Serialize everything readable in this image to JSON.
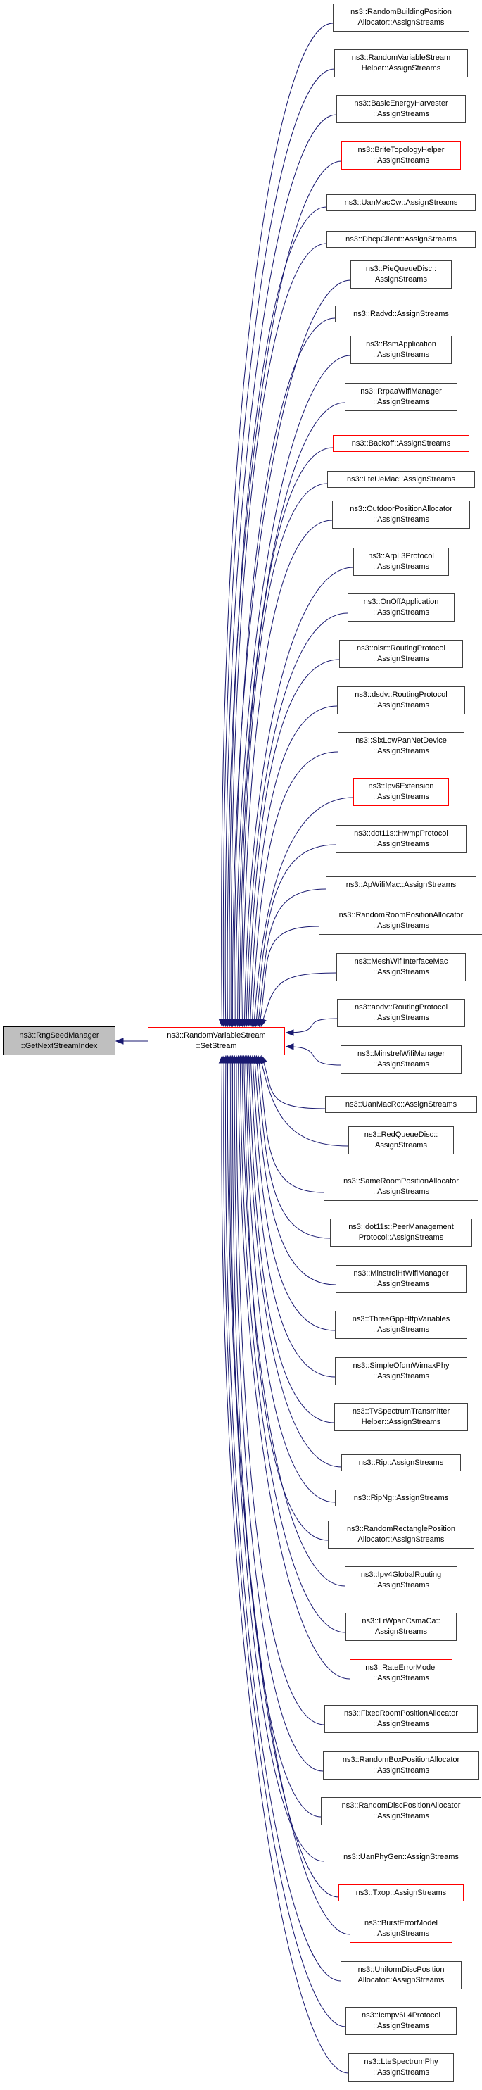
{
  "graph": {
    "type": "doxygen-caller-graph",
    "edge_color": "#191970",
    "target": {
      "lines": [
        "ns3::RngSeedManager",
        "::GetNextStreamIndex"
      ],
      "style": "grey"
    },
    "hub": {
      "lines": [
        "ns3::RandomVariableStream",
        "::SetStream"
      ],
      "style": "red"
    },
    "callers": [
      {
        "lines": [
          "ns3::RandomBuildingPosition",
          "Allocator::AssignStreams"
        ],
        "style": "black"
      },
      {
        "lines": [
          "ns3::RandomVariableStream",
          "Helper::AssignStreams"
        ],
        "style": "black"
      },
      {
        "lines": [
          "ns3::BasicEnergyHarvester",
          "::AssignStreams"
        ],
        "style": "black"
      },
      {
        "lines": [
          "ns3::BriteTopologyHelper",
          "::AssignStreams"
        ],
        "style": "red"
      },
      {
        "lines": [
          "ns3::UanMacCw::AssignStreams"
        ],
        "style": "black"
      },
      {
        "lines": [
          "ns3::DhcpClient::AssignStreams"
        ],
        "style": "black"
      },
      {
        "lines": [
          "ns3::PieQueueDisc::",
          "AssignStreams"
        ],
        "style": "black"
      },
      {
        "lines": [
          "ns3::Radvd::AssignStreams"
        ],
        "style": "black"
      },
      {
        "lines": [
          "ns3::BsmApplication",
          "::AssignStreams"
        ],
        "style": "black"
      },
      {
        "lines": [
          "ns3::RrpaaWifiManager",
          "::AssignStreams"
        ],
        "style": "black"
      },
      {
        "lines": [
          "ns3::Backoff::AssignStreams"
        ],
        "style": "red"
      },
      {
        "lines": [
          "ns3::LteUeMac::AssignStreams"
        ],
        "style": "black"
      },
      {
        "lines": [
          "ns3::OutdoorPositionAllocator",
          "::AssignStreams"
        ],
        "style": "black"
      },
      {
        "lines": [
          "ns3::ArpL3Protocol",
          "::AssignStreams"
        ],
        "style": "black"
      },
      {
        "lines": [
          "ns3::OnOffApplication",
          "::AssignStreams"
        ],
        "style": "black"
      },
      {
        "lines": [
          "ns3::olsr::RoutingProtocol",
          "::AssignStreams"
        ],
        "style": "black"
      },
      {
        "lines": [
          "ns3::dsdv::RoutingProtocol",
          "::AssignStreams"
        ],
        "style": "black"
      },
      {
        "lines": [
          "ns3::SixLowPanNetDevice",
          "::AssignStreams"
        ],
        "style": "black"
      },
      {
        "lines": [
          "ns3::Ipv6Extension",
          "::AssignStreams"
        ],
        "style": "red"
      },
      {
        "lines": [
          "ns3::dot11s::HwmpProtocol",
          "::AssignStreams"
        ],
        "style": "black"
      },
      {
        "lines": [
          "ns3::ApWifiMac::AssignStreams"
        ],
        "style": "black"
      },
      {
        "lines": [
          "ns3::RandomRoomPositionAllocator",
          "::AssignStreams"
        ],
        "style": "black"
      },
      {
        "lines": [
          "ns3::MeshWifiInterfaceMac",
          "::AssignStreams"
        ],
        "style": "black"
      },
      {
        "lines": [
          "ns3::aodv::RoutingProtocol",
          "::AssignStreams"
        ],
        "style": "black"
      },
      {
        "lines": [
          "ns3::MinstrelWifiManager",
          "::AssignStreams"
        ],
        "style": "black"
      },
      {
        "lines": [
          "ns3::UanMacRc::AssignStreams"
        ],
        "style": "black"
      },
      {
        "lines": [
          "ns3::RedQueueDisc::",
          "AssignStreams"
        ],
        "style": "black"
      },
      {
        "lines": [
          "ns3::SameRoomPositionAllocator",
          "::AssignStreams"
        ],
        "style": "black"
      },
      {
        "lines": [
          "ns3::dot11s::PeerManagement",
          "Protocol::AssignStreams"
        ],
        "style": "black"
      },
      {
        "lines": [
          "ns3::MinstrelHtWifiManager",
          "::AssignStreams"
        ],
        "style": "black"
      },
      {
        "lines": [
          "ns3::ThreeGppHttpVariables",
          "::AssignStreams"
        ],
        "style": "black"
      },
      {
        "lines": [
          "ns3::SimpleOfdmWimaxPhy",
          "::AssignStreams"
        ],
        "style": "black"
      },
      {
        "lines": [
          "ns3::TvSpectrumTransmitter",
          "Helper::AssignStreams"
        ],
        "style": "black"
      },
      {
        "lines": [
          "ns3::Rip::AssignStreams"
        ],
        "style": "black"
      },
      {
        "lines": [
          "ns3::RipNg::AssignStreams"
        ],
        "style": "black"
      },
      {
        "lines": [
          "ns3::RandomRectanglePosition",
          "Allocator::AssignStreams"
        ],
        "style": "black"
      },
      {
        "lines": [
          "ns3::Ipv4GlobalRouting",
          "::AssignStreams"
        ],
        "style": "black"
      },
      {
        "lines": [
          "ns3::LrWpanCsmaCa::",
          "AssignStreams"
        ],
        "style": "black"
      },
      {
        "lines": [
          "ns3::RateErrorModel",
          "::AssignStreams"
        ],
        "style": "red"
      },
      {
        "lines": [
          "ns3::FixedRoomPositionAllocator",
          "::AssignStreams"
        ],
        "style": "black"
      },
      {
        "lines": [
          "ns3::RandomBoxPositionAllocator",
          "::AssignStreams"
        ],
        "style": "black"
      },
      {
        "lines": [
          "ns3::RandomDiscPositionAllocator",
          "::AssignStreams"
        ],
        "style": "black"
      },
      {
        "lines": [
          "ns3::UanPhyGen::AssignStreams"
        ],
        "style": "black"
      },
      {
        "lines": [
          "ns3::Txop::AssignStreams"
        ],
        "style": "red"
      },
      {
        "lines": [
          "ns3::BurstErrorModel",
          "::AssignStreams"
        ],
        "style": "red"
      },
      {
        "lines": [
          "ns3::UniformDiscPosition",
          "Allocator::AssignStreams"
        ],
        "style": "black"
      },
      {
        "lines": [
          "ns3::Icmpv6L4Protocol",
          "::AssignStreams"
        ],
        "style": "black"
      },
      {
        "lines": [
          "ns3::LteSpectrumPhy",
          "::AssignStreams"
        ],
        "style": "black"
      }
    ]
  }
}
